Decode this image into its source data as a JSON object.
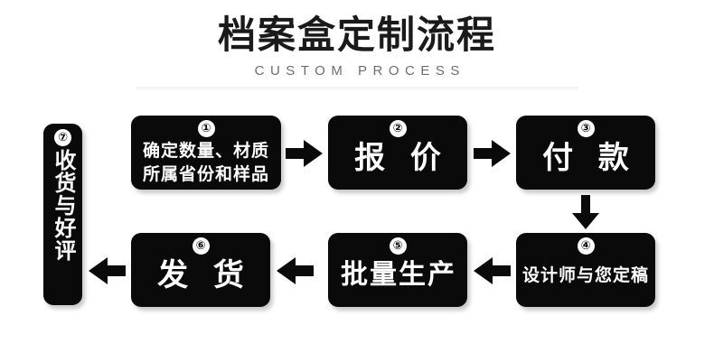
{
  "header": {
    "title": "档案盒定制流程",
    "subtitle": "CUSTOM PROCESS"
  },
  "colors": {
    "box_fill": "#0a0a0a",
    "box_text": "#ffffff",
    "badge_fill": "#ffffff",
    "badge_text": "#0a0a0a",
    "title_text": "#1a1a1a",
    "subtitle_text": "#6e6e6e",
    "background": "#ffffff",
    "arrow_fill": "#0a0a0a"
  },
  "flow": {
    "steps": [
      {
        "number": "①",
        "label": "确定数量、材质\n所属省份和样品"
      },
      {
        "number": "②",
        "label": "报 价"
      },
      {
        "number": "③",
        "label": "付 款"
      },
      {
        "number": "④",
        "label": "设计师与您定稿"
      },
      {
        "number": "⑤",
        "label": "批量生产"
      },
      {
        "number": "⑥",
        "label": "发 货"
      },
      {
        "number": "⑦",
        "label": "收货与好评"
      }
    ],
    "connectors": [
      {
        "name": "step-1-to-2",
        "direction": "right"
      },
      {
        "name": "step-2-to-3",
        "direction": "right"
      },
      {
        "name": "step-3-to-4",
        "direction": "down"
      },
      {
        "name": "step-4-to-5",
        "direction": "left"
      },
      {
        "name": "step-5-to-6",
        "direction": "left"
      },
      {
        "name": "step-6-to-7",
        "direction": "left"
      }
    ]
  }
}
